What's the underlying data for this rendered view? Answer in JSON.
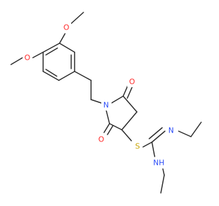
{
  "atoms": {
    "o_methoxy_top": {
      "label": "O",
      "color": "#ff2b2b"
    },
    "o_methoxy_left": {
      "label": "O",
      "color": "#ff2b2b"
    },
    "n_ring": {
      "label": "N",
      "color": "#3050f8"
    },
    "o_carbonyl_top": {
      "label": "O",
      "color": "#ff2b2b"
    },
    "o_carbonyl_bottom": {
      "label": "O",
      "color": "#ff2b2b"
    },
    "s_thio": {
      "label": "S",
      "color": "#c8a400"
    },
    "n_imine": {
      "label": "N",
      "color": "#3050f8"
    },
    "nh_amine": {
      "label": "NH",
      "color": "#3050f8"
    }
  }
}
